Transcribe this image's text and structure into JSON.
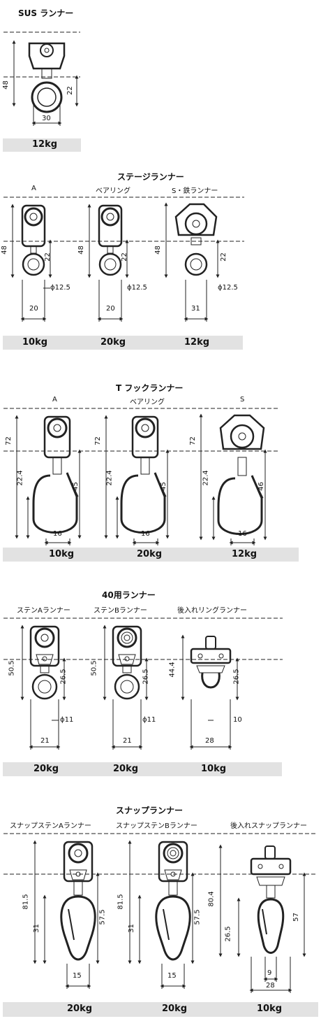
{
  "sections": {
    "sus": {
      "title": "SUS ランナー",
      "dims": {
        "h48": "48",
        "h22": "22",
        "w30": "30"
      },
      "weights": [
        "12kg"
      ]
    },
    "stage": {
      "title": "ステージランナー",
      "variants": [
        "A",
        "ベアリング",
        "S・鉄ランナー"
      ],
      "dims": {
        "h48": "48",
        "h22": "22",
        "phi": "ϕ12.5",
        "w20": "20",
        "w31": "31"
      },
      "weights": [
        "10kg",
        "20kg",
        "12kg"
      ]
    },
    "thook": {
      "title": "T フックランナー",
      "variants": [
        "A",
        "ベアリング",
        "S"
      ],
      "dims": {
        "h72": "72",
        "h45": "45",
        "h46": "46",
        "h224": "22.4",
        "w16": "16"
      },
      "weights": [
        "10kg",
        "20kg",
        "12kg"
      ]
    },
    "r40": {
      "title": "40用ランナー",
      "variants": [
        "ステンAランナー",
        "ステンBランナー",
        "後入れリングランナー"
      ],
      "dims": {
        "h505": "50.5",
        "h265": "26.5",
        "h444": "44.4",
        "phi11": "ϕ11",
        "w10": "10",
        "w21": "21",
        "w28": "28"
      },
      "weights": [
        "20kg",
        "20kg",
        "10kg"
      ]
    },
    "snap": {
      "title": "スナップランナー",
      "variants": [
        "スナップステンAランナー",
        "スナップステンBランナー",
        "後入れスナップランナー"
      ],
      "dims": {
        "h815": "81.5",
        "h31": "31",
        "h575": "57.5",
        "h804": "80.4",
        "h265": "26.5",
        "h57": "57",
        "w15": "15",
        "w9": "9",
        "w28": "28"
      },
      "weights": [
        "20kg",
        "20kg",
        "10kg"
      ]
    }
  }
}
